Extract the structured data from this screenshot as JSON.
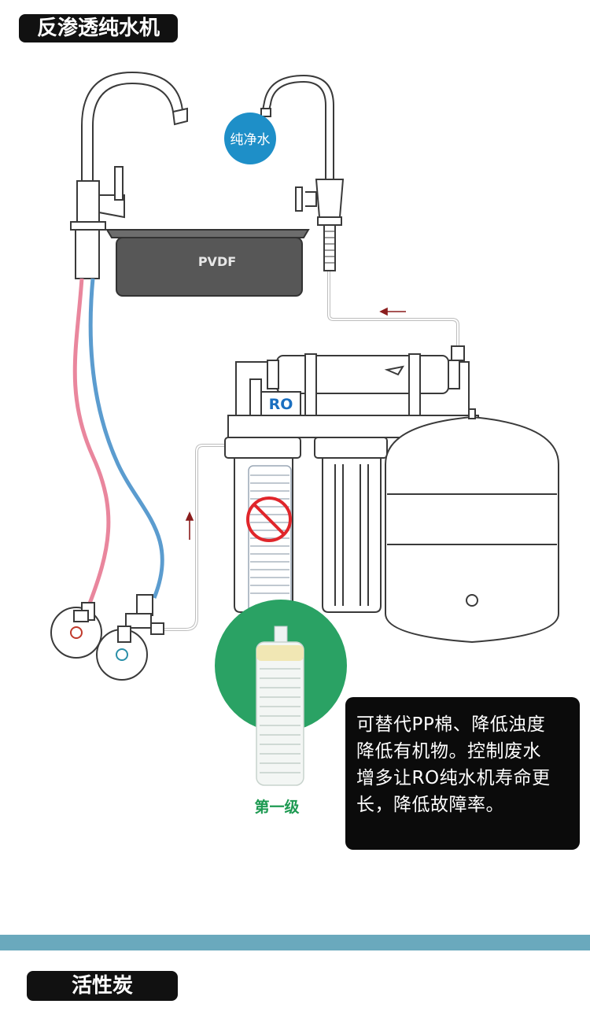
{
  "title": "反渗透纯水机",
  "labels": {
    "pure_water": "纯净水",
    "sink": "PVDF",
    "ro": "RO",
    "stage": "第一级"
  },
  "info": {
    "lines": [
      "可替代PP棉、降低浊度",
      "降低有机物。控制废水",
      "增多让RO纯水机寿命更",
      "长，降低故障率。"
    ]
  },
  "section_title": "活性炭",
  "colors": {
    "pure_water_badge": "#1e8fc8",
    "stage_circle": "#2aa264",
    "hot_pipe": "#e9869d",
    "cold_pipe": "#5b9ccf",
    "band": "#6aa9bd",
    "ro_text": "#1a6fc0",
    "prohibit": "#e0262b",
    "flow_arrow": "#8b1d1d"
  }
}
